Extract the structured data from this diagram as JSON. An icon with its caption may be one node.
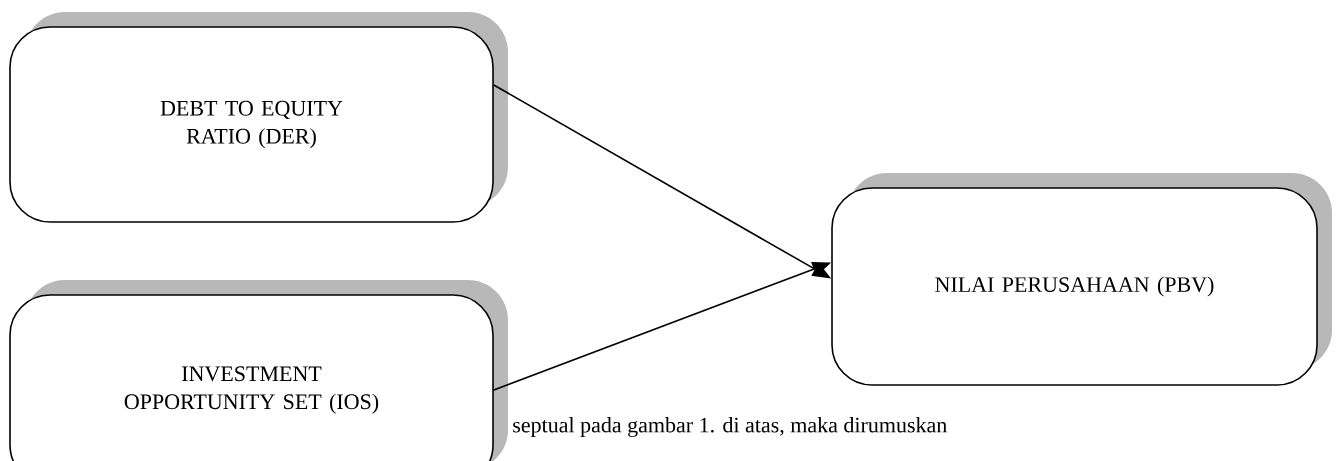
{
  "diagram": {
    "nodes": [
      {
        "text": [
          "DEBT TO EQUITY RATIO (DER)"
        ]
      },
      {
        "text": [
          "INVESTMENT OPPORTUNITY SET (IOS)"
        ]
      },
      {
        "text": [
          "NILAI PERUSAHAAN (PBV)"
        ]
      }
    ],
    "edges": [
      {
        "from": 0,
        "to": 2,
        "arrow": "to"
      },
      {
        "from": 1,
        "to": 2,
        "arrow": "to"
      }
    ],
    "labels": [
      "septual pada gambar 1. di atas, maka dirumuskan"
    ]
  }
}
